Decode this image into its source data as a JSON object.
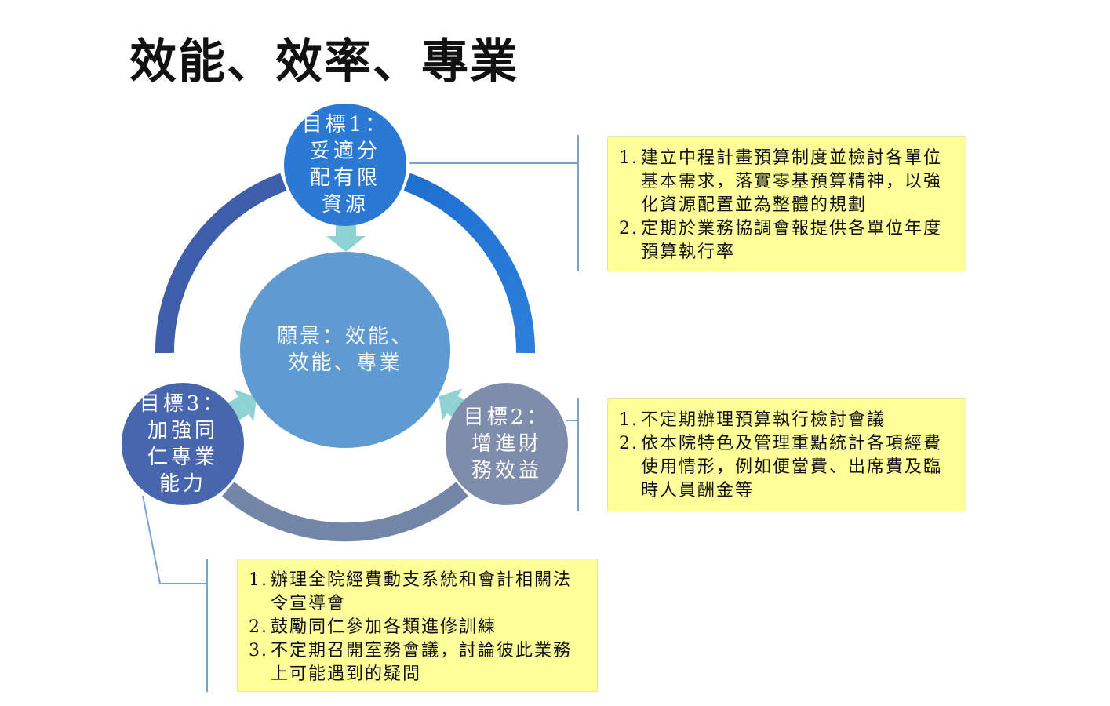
{
  "title": "效能、效率、專業",
  "diagram": {
    "center": {
      "text": "願景：效能、\n效能、專業"
    },
    "goals": [
      {
        "text": "目標1：\n妥適分\n配有限\n資源"
      },
      {
        "text": "目標2：\n增進財\n務效益"
      },
      {
        "text": "目標3：\n加強同\n仁專業\n能力"
      }
    ],
    "notes": [
      {
        "items": [
          {
            "num": "1.",
            "text": "建立中程計畫預算制度並檢討各單位基本需求，落實零基預算精神，以強化資源配置並為整體的規劃"
          },
          {
            "num": "2.",
            "text": "定期於業務協調會報提供各單位年度預算執行率"
          }
        ]
      },
      {
        "items": [
          {
            "num": "1.",
            "text": "不定期辦理預算執行檢討會議"
          },
          {
            "num": "2.",
            "text": "依本院特色及管理重點統計各項經費使用情形，例如便當費、出席費及臨時人員酬金等"
          }
        ]
      },
      {
        "items": [
          {
            "num": "1.",
            "text": "辦理全院經費動支系統和會計相關法令宣導會"
          },
          {
            "num": "2.",
            "text": "鼓勵同仁參加各類進修訓練"
          },
          {
            "num": "3.",
            "text": "不定期召開室務會議，討論彼此業務上可能遇到的疑問"
          }
        ]
      }
    ]
  },
  "colors": {
    "goal1": "#2b79d2",
    "goal2": "#7f8dac",
    "goal3": "#4766ae",
    "vision": "#5f9ad1",
    "note_bg": "#ffff99",
    "connector": "#7aa3cf",
    "arrow": "#8ed3d4"
  }
}
